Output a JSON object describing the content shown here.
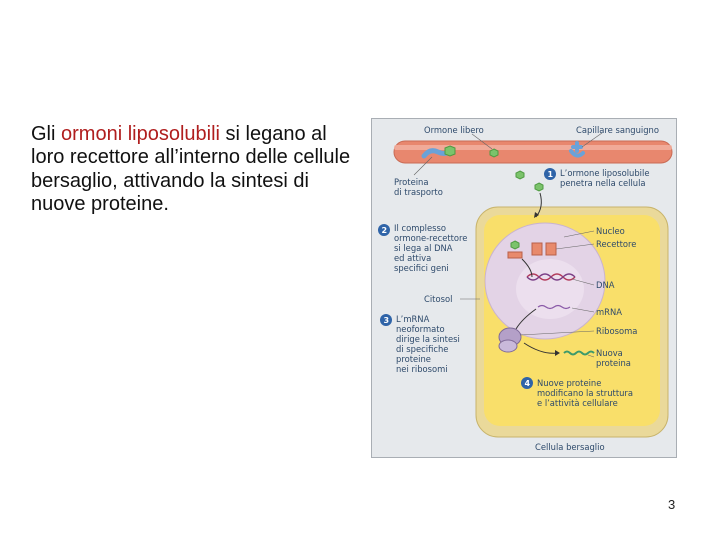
{
  "slide": {
    "text": {
      "part1": "Gli ",
      "highlight": "ormoni liposolubili",
      "part2": " si legano al loro recettore all’interno delle cellule bersaglio, attivando la sintesi di nuove proteine."
    },
    "page_number": "3"
  },
  "figure": {
    "labels": {
      "free_hormone": "Ormone libero",
      "capillary": "Capillare sanguigno",
      "transport_protein_1": "Proteina",
      "transport_protein_2": "di trasporto",
      "step1_1": "L’ormone liposolubile",
      "step1_2": "penetra nella cellula",
      "step2_1": "Il complesso",
      "step2_2": "ormone-recettore",
      "step2_3": "si lega al DNA",
      "step2_4": "ed attiva",
      "step2_5": "specifici geni",
      "nucleus": "Nucleo",
      "receptor": "Recettore",
      "dna": "DNA",
      "cytosol": "Citosol",
      "mrna": "mRNA",
      "step3_1": "L’mRNA",
      "step3_2": "neoformato",
      "step3_3": "dirige la sintesi",
      "step3_4": "di specifiche",
      "step3_5": "proteine",
      "step3_6": "nei ribosomi",
      "ribosome": "Ribosoma",
      "new_protein_1": "Nuova",
      "new_protein_2": "proteina",
      "step4_1": "Nuove proteine",
      "step4_2": "modificano la struttura",
      "step4_3": "e l’attività cellulare",
      "target_cell": "Cellula bersaglio"
    },
    "steps": [
      "1",
      "2",
      "3",
      "4"
    ],
    "colors": {
      "capillary": "#e8876e",
      "cell_outer": "#ead99a",
      "cell_inner": "#f9df6a",
      "nucleus": "#e3d3e6",
      "hormone": "#7bc36b",
      "receptor": "#e88a6c",
      "step_badge": "#2f64a8"
    }
  }
}
